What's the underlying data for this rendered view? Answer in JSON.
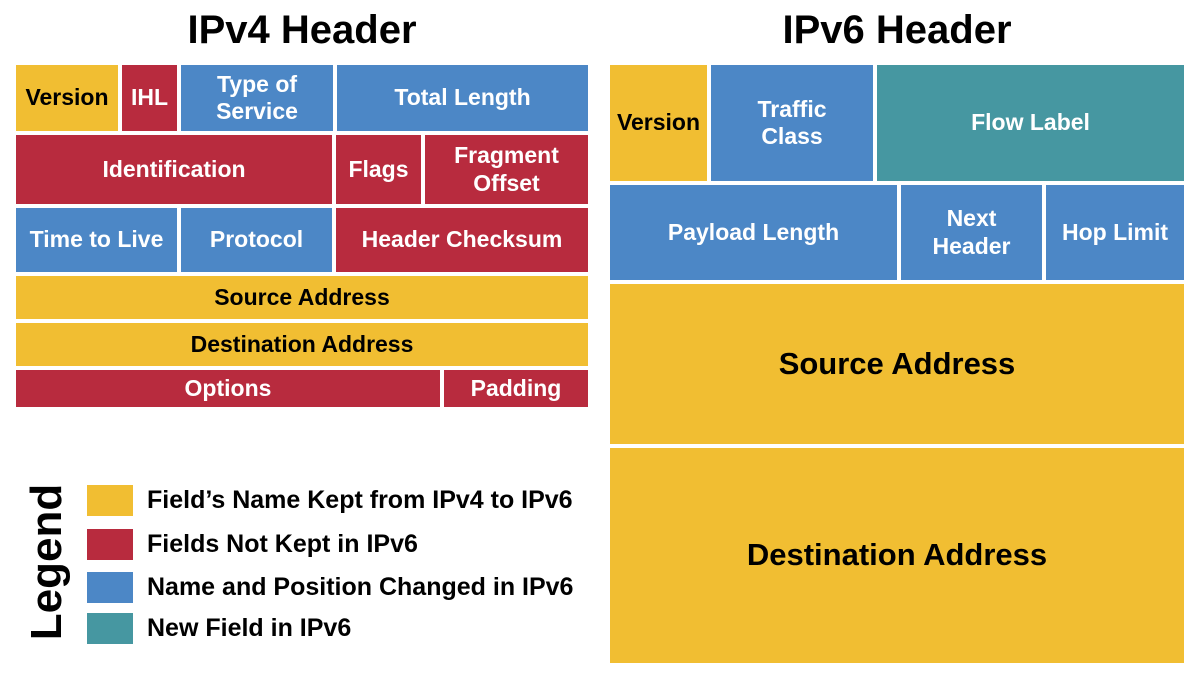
{
  "ipv4": {
    "title": "IPv4 Header",
    "fields": [
      {
        "label": "Version",
        "category": "kept"
      },
      {
        "label": "IHL",
        "category": "removed"
      },
      {
        "label": "Type of\nService",
        "category": "changed"
      },
      {
        "label": "Total Length",
        "category": "changed"
      },
      {
        "label": "Identification",
        "category": "removed"
      },
      {
        "label": "Flags",
        "category": "removed"
      },
      {
        "label": "Fragment\nOffset",
        "category": "removed"
      },
      {
        "label": "Time to Live",
        "category": "changed"
      },
      {
        "label": "Protocol",
        "category": "changed"
      },
      {
        "label": "Header Checksum",
        "category": "removed"
      },
      {
        "label": "Source Address",
        "category": "kept"
      },
      {
        "label": "Destination Address",
        "category": "kept"
      },
      {
        "label": "Options",
        "category": "removed"
      },
      {
        "label": "Padding",
        "category": "removed"
      }
    ]
  },
  "ipv6": {
    "title": "IPv6 Header",
    "fields": [
      {
        "label": "Version",
        "category": "kept"
      },
      {
        "label": "Traffic\nClass",
        "category": "changed"
      },
      {
        "label": "Flow Label",
        "category": "new"
      },
      {
        "label": "Payload Length",
        "category": "changed"
      },
      {
        "label": "Next\nHeader",
        "category": "changed"
      },
      {
        "label": "Hop Limit",
        "category": "changed"
      },
      {
        "label": "Source Address",
        "category": "kept"
      },
      {
        "label": "Destination Address",
        "category": "kept"
      }
    ]
  },
  "legend": {
    "title": "Legend",
    "items": [
      {
        "label": "Field’s Name Kept from IPv4 to IPv6",
        "category": "kept"
      },
      {
        "label": "Fields Not Kept in IPv6",
        "category": "removed"
      },
      {
        "label": "Name and Position Changed in IPv6",
        "category": "changed"
      },
      {
        "label": "New Field in IPv6",
        "category": "new"
      }
    ]
  },
  "colors": {
    "kept": {
      "bg": "#F1BE32",
      "text": "#000000"
    },
    "removed": {
      "bg": "#B82B3E",
      "text": "#FFFFFF"
    },
    "changed": {
      "bg": "#4C87C6",
      "text": "#FFFFFF"
    },
    "new": {
      "bg": "#4697A1",
      "text": "#FFFFFF"
    }
  }
}
